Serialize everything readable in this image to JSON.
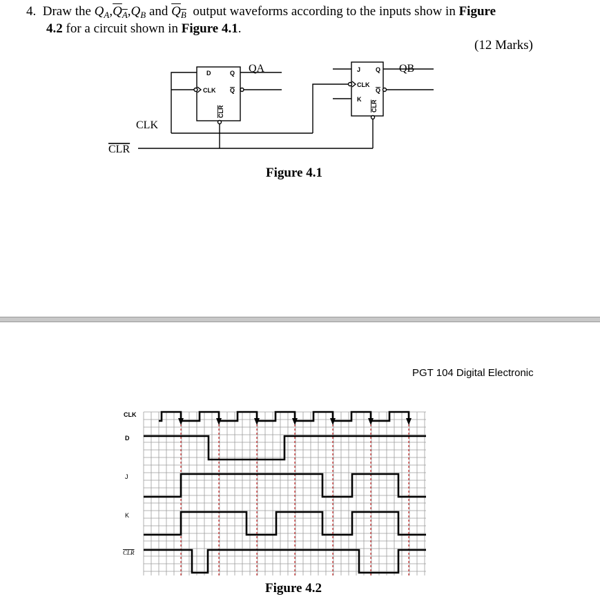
{
  "question": {
    "number": "4.",
    "text_draw": "Draw the",
    "q": "Q",
    "sub_a": "A",
    "sub_b": "B",
    "comma": ",",
    "and": "and",
    "text_output": "output waveforms according to the inputs show in",
    "figure_bold_1": "Figure",
    "line2_bold_start": "4.2",
    "line2_text": "for a circuit shown in",
    "line2_bold_end": "Figure 4.1",
    "period": ".",
    "marks": "(12 Marks)"
  },
  "figure_4_1": {
    "caption": "Figure 4.1",
    "clk_label": "CLK",
    "clr_label": "CLR",
    "ff_a": {
      "d": "D",
      "q": "Q",
      "clk": "CLK",
      "qbar": "Q",
      "clr": "CLR",
      "output": "QA"
    },
    "ff_b": {
      "j": "J",
      "q": "Q",
      "clk": "CLK",
      "k": "K",
      "qbar": "Q",
      "clr": "CLR",
      "output": "QB"
    }
  },
  "footer_title": "PGT 104 Digital Electronic",
  "figure_4_2": {
    "caption": "Figure 4.2",
    "signals": [
      "CLK",
      "D",
      "J",
      "K",
      "CLR"
    ]
  }
}
